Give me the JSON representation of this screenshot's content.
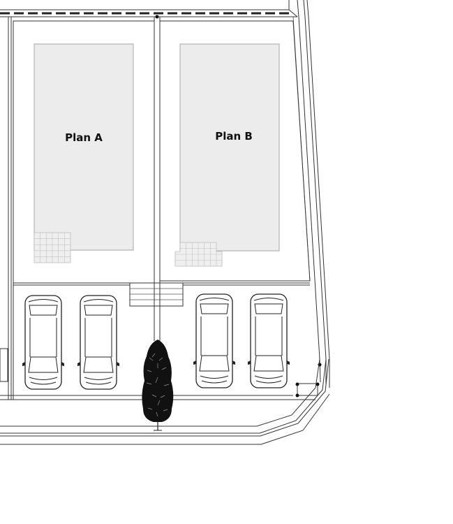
{
  "site_plan": {
    "lots": [
      {
        "id": "a",
        "label": "Plan A"
      },
      {
        "id": "b",
        "label": "Plan B"
      }
    ],
    "parking_spaces": 4,
    "tree_count": 1
  },
  "colors": {
    "line": "#333333",
    "building_fill": "#ececec",
    "building_edge": "#b5b5b5",
    "tree": "#111111",
    "background": "#ffffff"
  }
}
